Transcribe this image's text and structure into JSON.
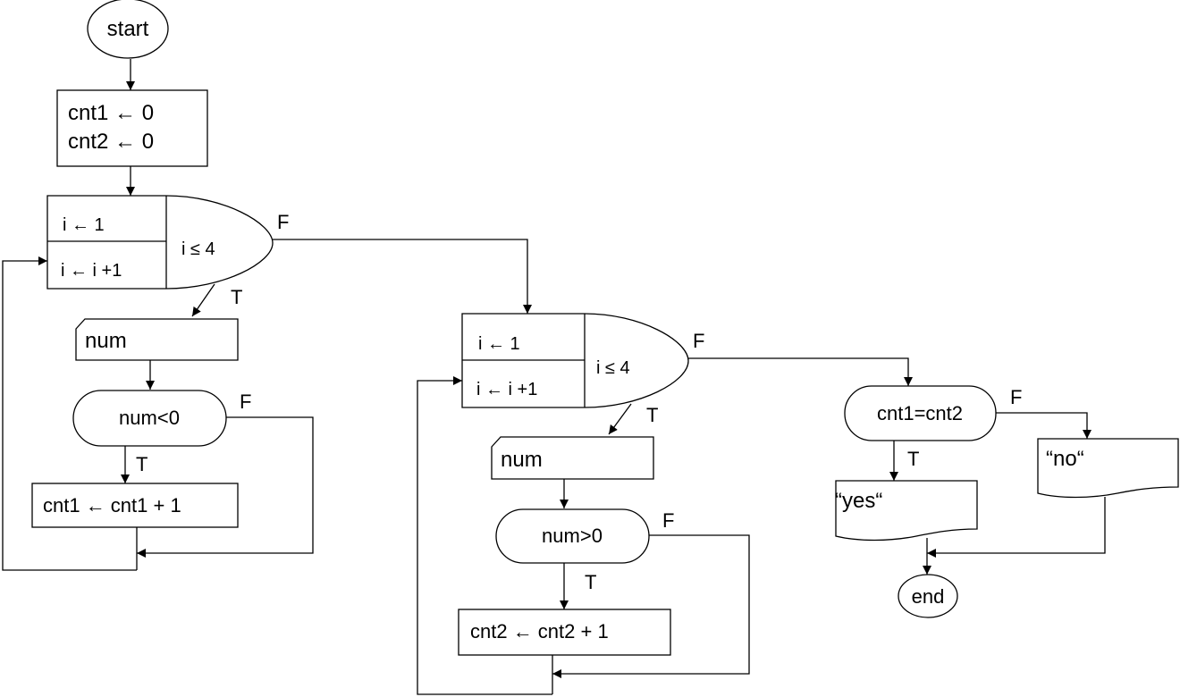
{
  "flowchart": {
    "start": "start",
    "end": "end",
    "init": {
      "line1": "cnt1 ← 0",
      "line2": "cnt2 ← 0"
    },
    "loop1": {
      "init": "i ← 1",
      "update": "i ← i +1",
      "condition": "i ≤ 4",
      "true_label": "T",
      "false_label": "F",
      "input": "num",
      "decision": "num<0",
      "decision_true": "T",
      "decision_false": "F",
      "action": "cnt1 ← cnt1 + 1"
    },
    "loop2": {
      "init": "i ← 1",
      "update": "i ← i +1",
      "condition": "i ≤ 4",
      "true_label": "T",
      "false_label": "F",
      "input": "num",
      "decision": "num>0",
      "decision_true": "T",
      "decision_false": "F",
      "action": "cnt2 ← cnt2 + 1"
    },
    "compare": {
      "condition": "cnt1=cnt2",
      "true_label": "T",
      "false_label": "F",
      "yes_output": "“yes“",
      "no_output": "“no“"
    }
  }
}
